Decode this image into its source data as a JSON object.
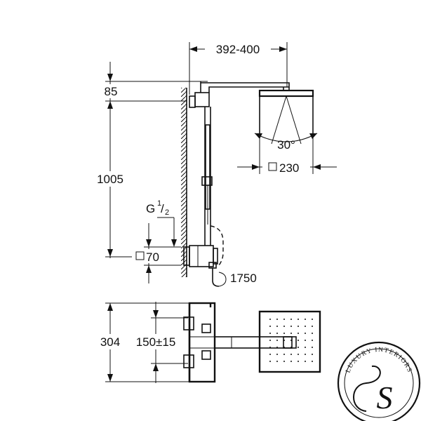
{
  "dimensions": {
    "arm_reach": "392-400",
    "ceiling_offset": "85",
    "height": "1005",
    "thread_prefix": "G",
    "thread_num": "1",
    "thread_den": "2",
    "mixer_square": "70",
    "hose_length": "1750",
    "spray_angle": "30°",
    "head_square": "230",
    "mixer_height": "304",
    "inlet_spacing": "150±15"
  },
  "logo": {
    "text": "LUXURY INTERIORS",
    "monogram": "S"
  }
}
